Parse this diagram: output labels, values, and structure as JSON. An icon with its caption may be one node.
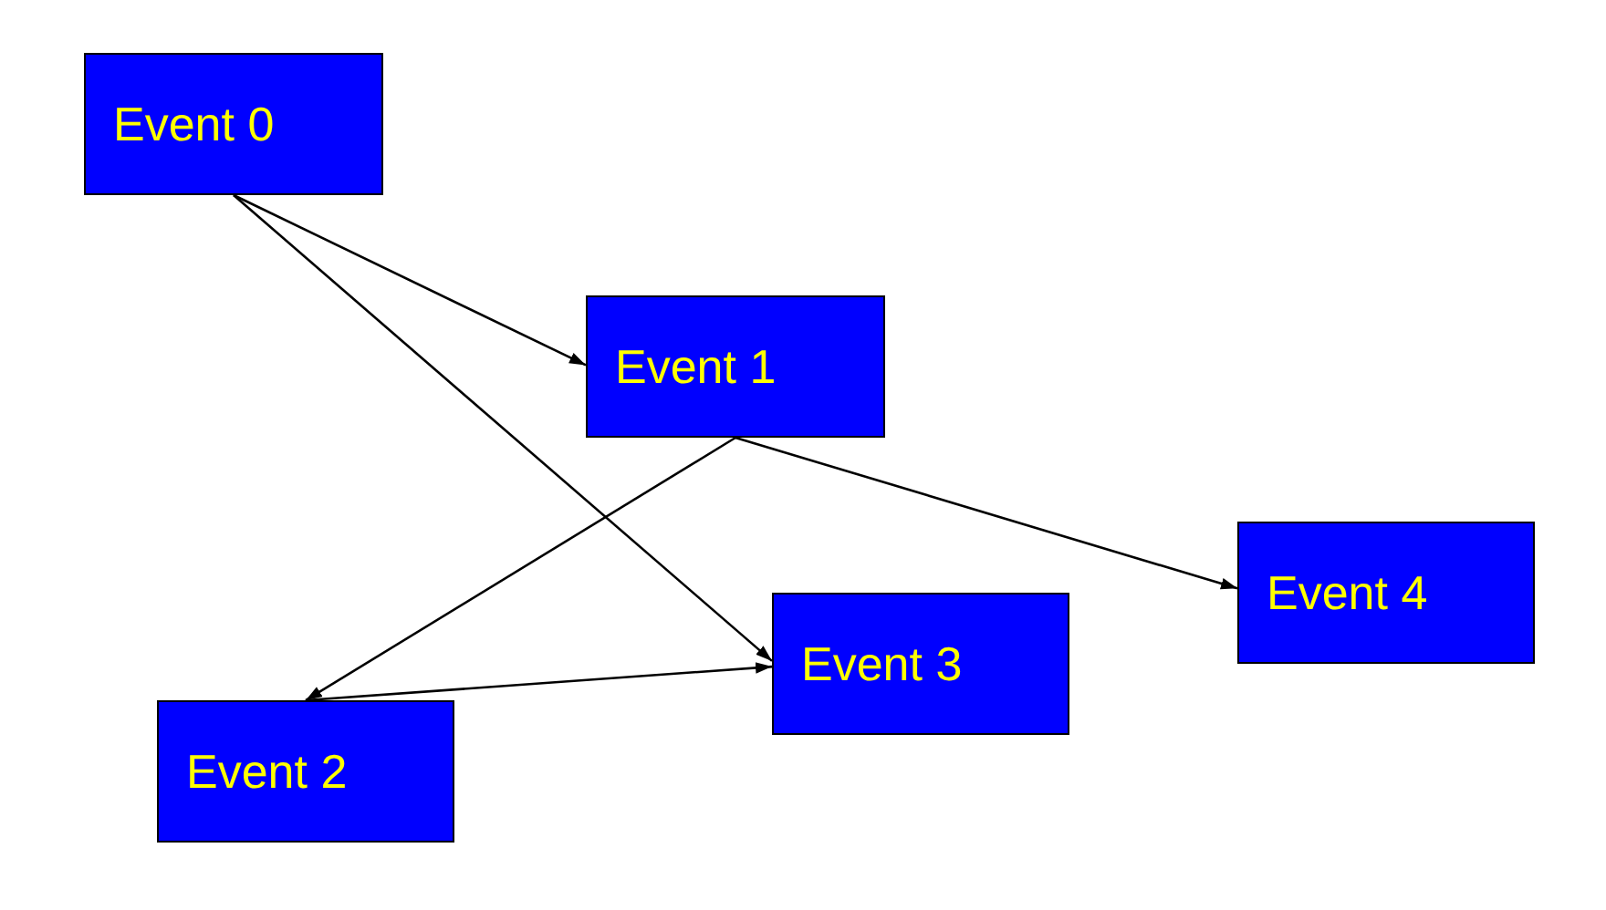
{
  "diagram": {
    "nodes": [
      {
        "text": [
          "Event 0"
        ]
      },
      {
        "text": [
          "Event 1"
        ]
      },
      {
        "text": [
          "Event 2"
        ]
      },
      {
        "text": [
          "Event 3"
        ]
      },
      {
        "text": [
          "Event 4"
        ]
      }
    ],
    "edges": [
      {
        "from": 0,
        "to": 1,
        "arrow": "to"
      },
      {
        "from": 0,
        "to": 3,
        "arrow": "to"
      },
      {
        "from": 1,
        "to": 2,
        "arrow": "to"
      },
      {
        "from": 1,
        "to": 4,
        "arrow": "to"
      },
      {
        "from": 2,
        "to": 3,
        "arrow": "to"
      }
    ]
  }
}
